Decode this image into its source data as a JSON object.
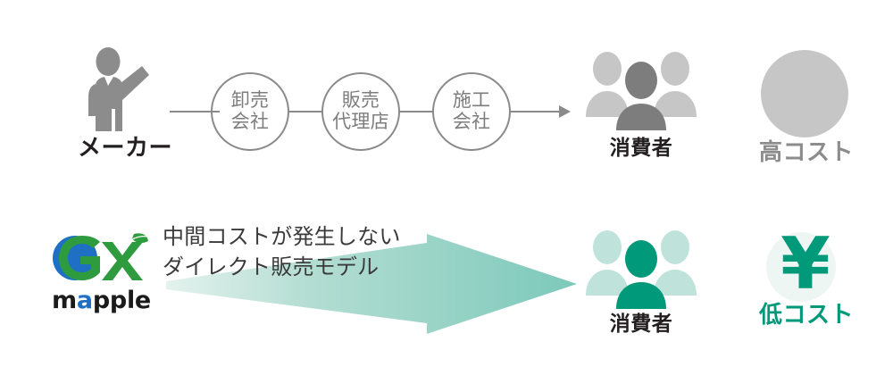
{
  "diagram": {
    "title": "Direct sales model vs. multi-tier distribution",
    "colors": {
      "gray_dark": "#6e6e6e",
      "gray_mid": "#9d9d9d",
      "gray_light": "#c6c6c6",
      "gray_line": "#8a8a8a",
      "teal_dark": "#00997a",
      "teal_mid": "#7ccabb",
      "teal_light": "#bfe3da",
      "logo_green": "#2e9b3f",
      "logo_blue": "#1f6fc4",
      "text_dark": "#231f20"
    }
  },
  "top_row": {
    "source": {
      "icon": "presenter-person-icon",
      "label": "メーカー"
    },
    "nodes": [
      {
        "line1": "卸売",
        "line2": "会社"
      },
      {
        "line1": "販売",
        "line2": "代理店"
      },
      {
        "line1": "施工",
        "line2": "会社"
      }
    ],
    "destination": {
      "icon": "people-group-icon",
      "label": "消費者"
    },
    "cost": {
      "icon": "gray-circle-icon",
      "label": "高コスト"
    }
  },
  "bottom_row": {
    "brand": {
      "mark": "GX",
      "wordmark_prefix": "m",
      "wordmark_accent": "a",
      "wordmark_suffix": "pple"
    },
    "caption": {
      "line1": "中間コストが発生しない",
      "line2": "ダイレクト販売モデル"
    },
    "arrow": {
      "icon": "block-arrow-right-icon"
    },
    "destination": {
      "icon": "people-group-icon",
      "label": "消費者"
    },
    "cost": {
      "icon": "yen-symbol-icon",
      "symbol": "¥",
      "label": "低コスト"
    }
  }
}
